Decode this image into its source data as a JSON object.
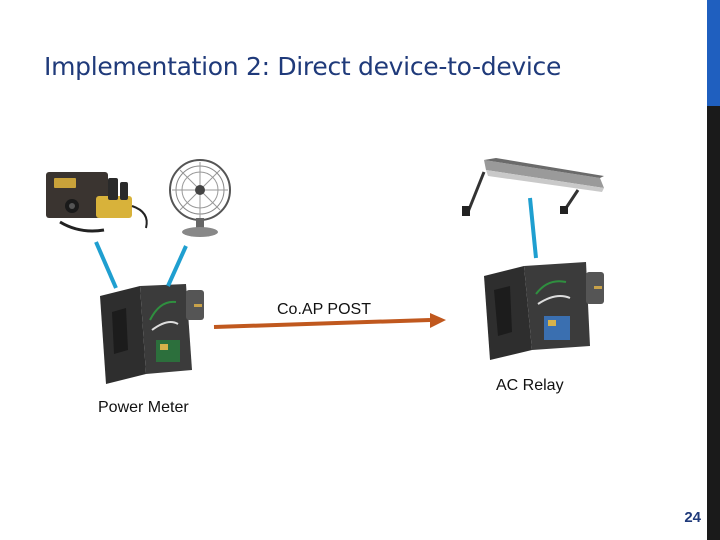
{
  "slide": {
    "title": "Implementation 2: Direct device-to-device",
    "page_number": "24",
    "accent_color": "#1f5fbf",
    "title_color": "#1f3a7a",
    "arrow_color": "#c0581e",
    "connector_color": "#1f9fd0"
  },
  "diagram": {
    "arrow_label": "Co.AP POST",
    "source_label": "Power Meter",
    "target_label": "AC Relay",
    "images": {
      "soldering_station": "soldering-station-photo",
      "fan": "desk-fan-photo",
      "lamp": "shop-light-lamp-photo",
      "power_meter": "power-meter-box-photo",
      "ac_relay": "ac-relay-box-photo"
    }
  }
}
